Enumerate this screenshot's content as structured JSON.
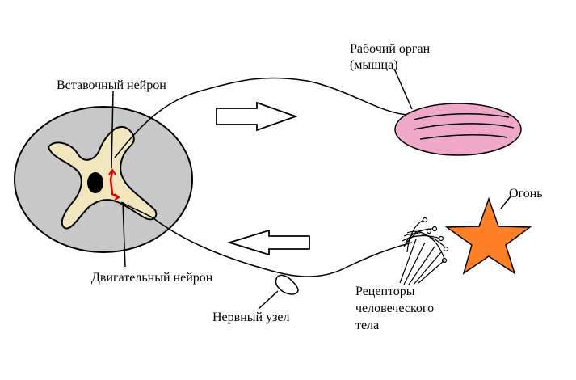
{
  "colors": {
    "section": "#c8c8c8",
    "grey_matter": "#f2e6bf",
    "nucleus": "#000000",
    "muscle": "#f0a8c8",
    "fire": "#ff7f27",
    "interneuron_path": "#e00000",
    "line": "#000000"
  },
  "icons": {
    "arrow_right": "hollow-right-arrow",
    "arrow_left": "hollow-left-arrow",
    "fire": "star-icon"
  },
  "labels": {
    "interneuron": "Вставочный нейрон",
    "motor_neuron": "Двигательный нейрон",
    "ganglion": "Нервный узел",
    "organ_line1": "Рабочий орган",
    "organ_line2": "(мышца)",
    "fire": "Огонь",
    "receptors_line1": "Рецепторы",
    "receptors_line2": "человеческого",
    "receptors_line3": "тела"
  }
}
